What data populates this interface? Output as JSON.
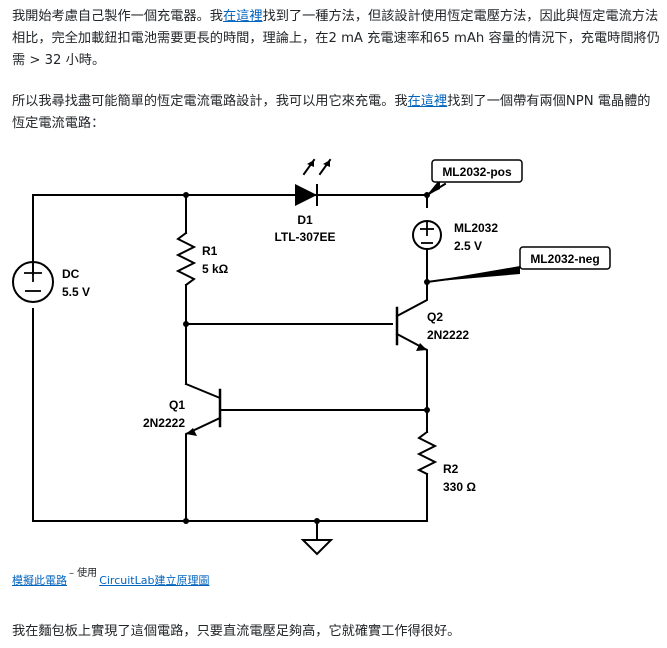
{
  "intro": {
    "p1_a": "我開始考慮自己製作一個充電器。我",
    "p1_link": "在這裡",
    "p1_b": "找到了一種方法，但該設計使用恆定電壓方法，因此與恆定電流方法相比，完全加載鈕扣電池需要更長的時間，理論上，在2 mA 充電速率和65 mAh 容量的情況下，充電時間將仍需 > 32 小時。",
    "p2_a": "所以我尋找盡可能簡單的恆定電流電路設計，我可以用它來充電。我",
    "p2_link": "在這裡",
    "p2_b": "找到了一個帶有兩個NPN 電晶體的恆定電流電路："
  },
  "schematic": {
    "dc_name": "DC",
    "dc_value": "5.5 V",
    "r1_name": "R1",
    "r1_value": "5 kΩ",
    "d1_name": "D1",
    "d1_value": "LTL-307EE",
    "bat_name": "ML2032",
    "bat_value": "2.5 V",
    "q2_name": "Q2",
    "q2_value": "2N2222",
    "q1_name": "Q1",
    "q1_value": "2N2222",
    "r2_name": "R2",
    "r2_value": "330 Ω",
    "tag_pos": "ML2032-pos",
    "tag_neg": "ML2032-neg"
  },
  "caption": {
    "simulate_link": "模擬此電路",
    "sep": "– 使用",
    "editor_link": "CircuitLab建立原理圖"
  },
  "outro": {
    "p3": "我在麵包板上實現了這個電路，只要直流電壓足夠高，它就確實工作得很好。"
  }
}
